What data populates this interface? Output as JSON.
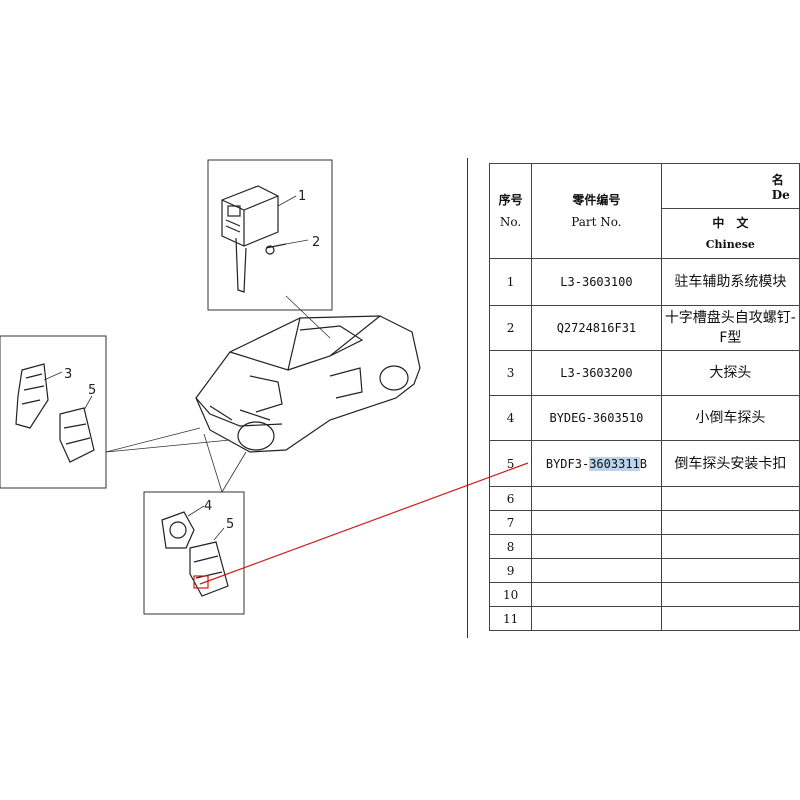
{
  "callouts": {
    "top_1": "1",
    "top_2": "2",
    "left_3": "3",
    "left_5": "5",
    "bottom_4": "4",
    "bottom_5": "5"
  },
  "table": {
    "header": {
      "no_cn": "序号",
      "no_en": "No.",
      "part_cn": "零件编号",
      "part_en": "Part No.",
      "name_cn": "名",
      "name_en": "De",
      "chinese_cn": "中　文",
      "chinese_en": "Chinese"
    },
    "rows": [
      {
        "no": "1",
        "part": "L3-3603100",
        "name": "驻车辅助系统模块"
      },
      {
        "no": "2",
        "part": "Q2724816F31",
        "name": "十字槽盘头自攻螺钉-F型"
      },
      {
        "no": "3",
        "part": "L3-3603200",
        "name": "大探头"
      },
      {
        "no": "4",
        "part": "BYDEG-3603510",
        "name": "小倒车探头"
      },
      {
        "no": "5",
        "part_prefix": "BYDF3-",
        "part_highlight": "3603311",
        "part_suffix": "B",
        "name": "倒车探头安装卡扣"
      },
      {
        "no": "6",
        "part": "",
        "name": ""
      },
      {
        "no": "7",
        "part": "",
        "name": ""
      },
      {
        "no": "8",
        "part": "",
        "name": ""
      },
      {
        "no": "9",
        "part": "",
        "name": ""
      },
      {
        "no": "10",
        "part": "",
        "name": ""
      },
      {
        "no": "11",
        "part": "",
        "name": ""
      }
    ]
  },
  "colors": {
    "highlight": "#bcd3ee",
    "annotation_line": "#d11a1a"
  }
}
